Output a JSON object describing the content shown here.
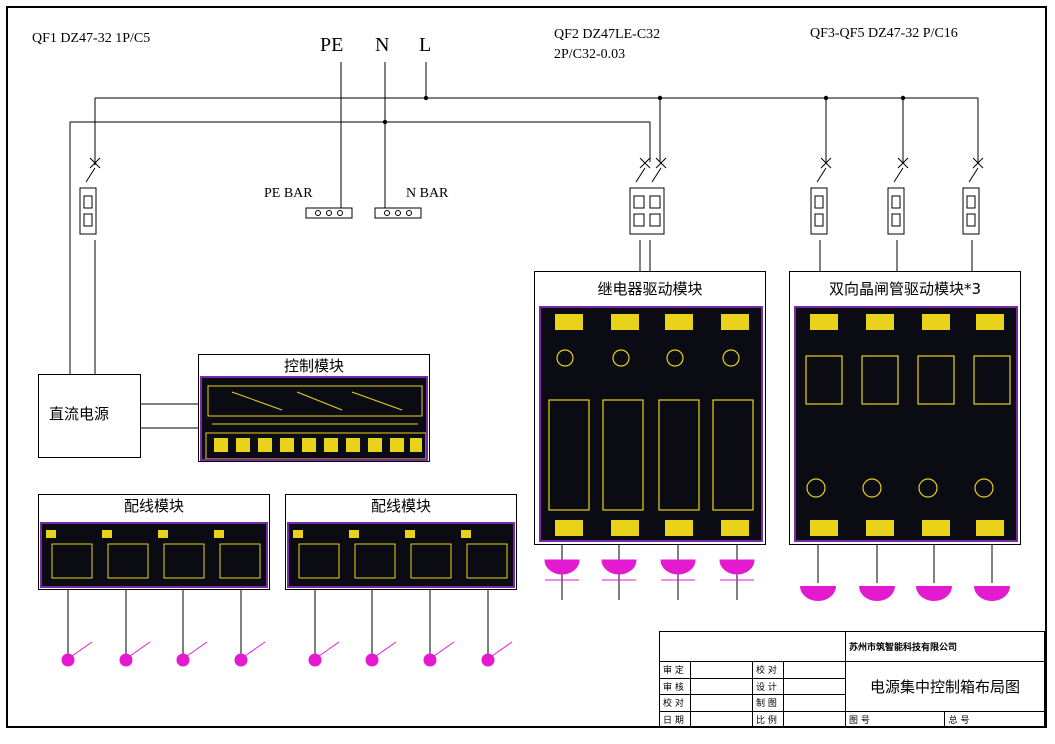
{
  "breakers": {
    "qf1": "QF1 DZ47-32 1P/C5",
    "qf2_line1": "QF2  DZ47LE-C32",
    "qf2_line2": "2P/C32-0.03",
    "qf3_5": "QF3-QF5  DZ47-32 P/C16"
  },
  "supply": {
    "pe": "PE",
    "n": "N",
    "l": "L"
  },
  "bars": {
    "pe_bar": "PE BAR",
    "n_bar": "N BAR"
  },
  "modules": {
    "relay": "继电器驱动模块",
    "triac": "双向晶闸管驱动模块*3",
    "control": "控制模块",
    "wiring_left": "配线模块",
    "wiring_right": "配线模块",
    "dc_supply": "直流电源"
  },
  "title_block": {
    "company": "苏州市筑智能科技有限公司",
    "drawing_title": "电源集中控制箱布局图",
    "labels": [
      "审 定",
      "审 核",
      "校 对",
      "日 期",
      "校 对",
      "设 计",
      "制 图",
      "比 例",
      "图 号",
      "总 号"
    ]
  },
  "colors": {
    "pcb_bg": "#0b0b14",
    "pcb_border": "#7a2aa8",
    "trace": "#e8d21a",
    "lamp": "#e41ad0"
  }
}
